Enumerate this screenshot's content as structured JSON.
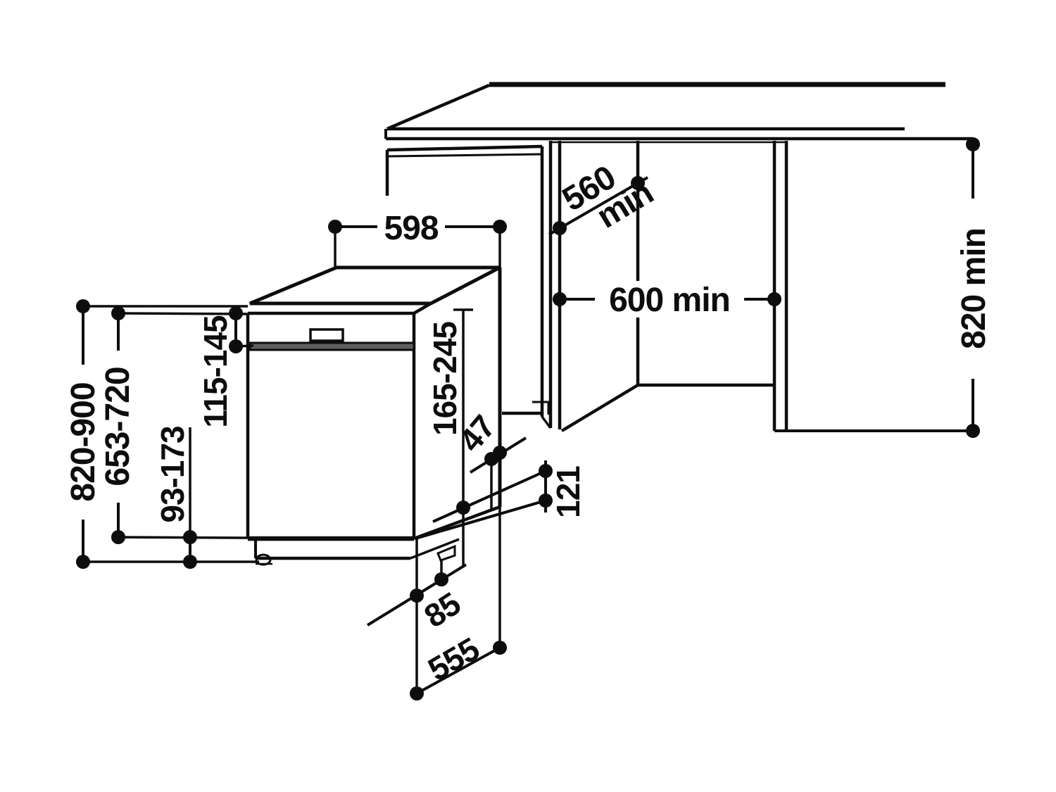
{
  "drawing": {
    "background": "#ffffff",
    "line_color": "#0d0d0d",
    "handle_color": "#5f5f5f",
    "dims": {
      "width_top": "598",
      "depth_niche_1": "560",
      "depth_niche_2": "min",
      "width_niche": "600 min",
      "height_niche": "820 min",
      "height_overall": "820-900",
      "height_door": "653-720",
      "height_plinth": "93-173",
      "height_panel": "115-145",
      "range_rear": "165-245",
      "offset_rear": "47",
      "recess_plinth": "121",
      "offset_foot": "85",
      "depth_base": "555"
    }
  }
}
